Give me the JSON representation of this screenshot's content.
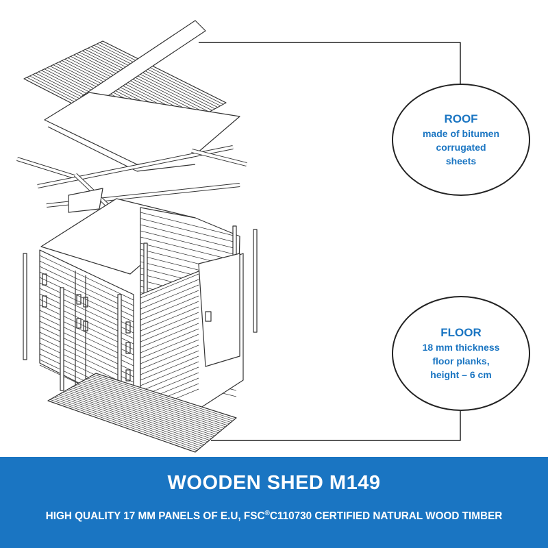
{
  "callouts": {
    "roof": {
      "title": "ROOF",
      "lines": [
        "made of bitumen",
        "corrugated",
        "sheets"
      ]
    },
    "floor": {
      "title": "FLOOR",
      "lines": [
        "18 mm thickness",
        "floor planks,",
        "height – 6 cm"
      ]
    }
  },
  "banner": {
    "title": "WOODEN SHED M149",
    "subtitle_before": "HIGH QUALITY 17 MM PANELS OF E.U, FSC",
    "subtitle_mark": "®",
    "subtitle_after": "C110730 CERTIFIED NATURAL WOOD TIMBER"
  },
  "colors": {
    "accent": "#1a75c2",
    "line": "#222222",
    "background": "#ffffff"
  }
}
